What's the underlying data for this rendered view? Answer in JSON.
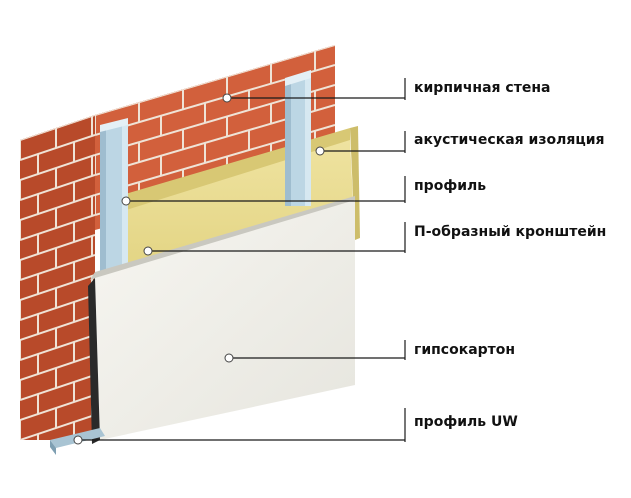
{
  "labels": {
    "brick_wall": "кирпичная стена",
    "acoustic_insulation": "акустическая изоляция",
    "profile": "профиль",
    "u_bracket": "П-образный кронштейн",
    "drywall": "гипсокартон",
    "profile_uw": "профиль UW"
  },
  "colors": {
    "brick_face": "#d2603c",
    "brick_side": "#b84a2a",
    "brick_top": "#e07650",
    "mortar": "#efe3d6",
    "insulation": "#e9dc91",
    "insulation_edge": "#d8c874",
    "profile_metal": "#bcd6e4",
    "drywall": "#f1f0ea",
    "drywall_edge": "#d3d2cb"
  }
}
